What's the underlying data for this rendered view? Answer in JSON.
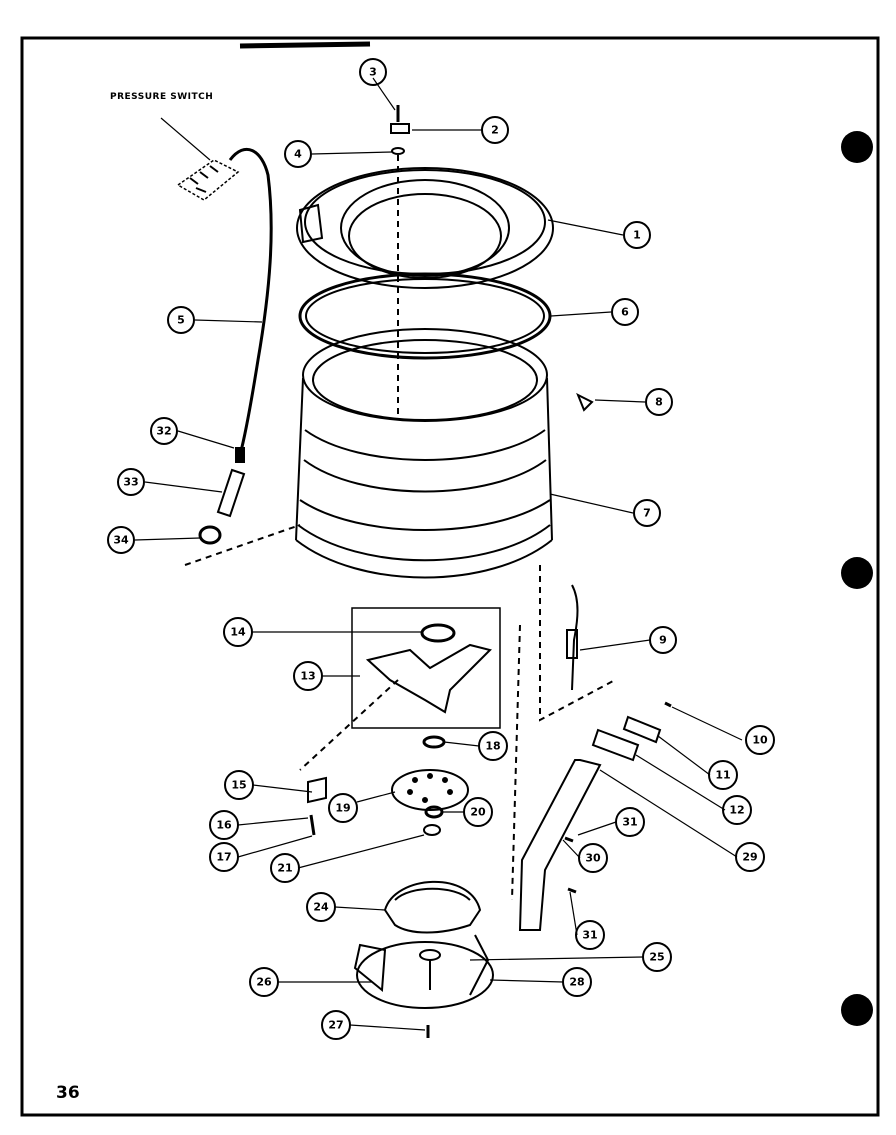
{
  "page_number": "36",
  "header_label": "PRESSURE SWITCH",
  "callouts": [
    "1",
    "2",
    "3",
    "4",
    "5",
    "6",
    "7",
    "8",
    "9",
    "10",
    "11",
    "12",
    "13",
    "14",
    "15",
    "16",
    "17",
    "18",
    "19",
    "20",
    "21",
    "24",
    "25",
    "26",
    "27",
    "28",
    "29",
    "30",
    "31",
    "31",
    "32",
    "33",
    "34"
  ]
}
